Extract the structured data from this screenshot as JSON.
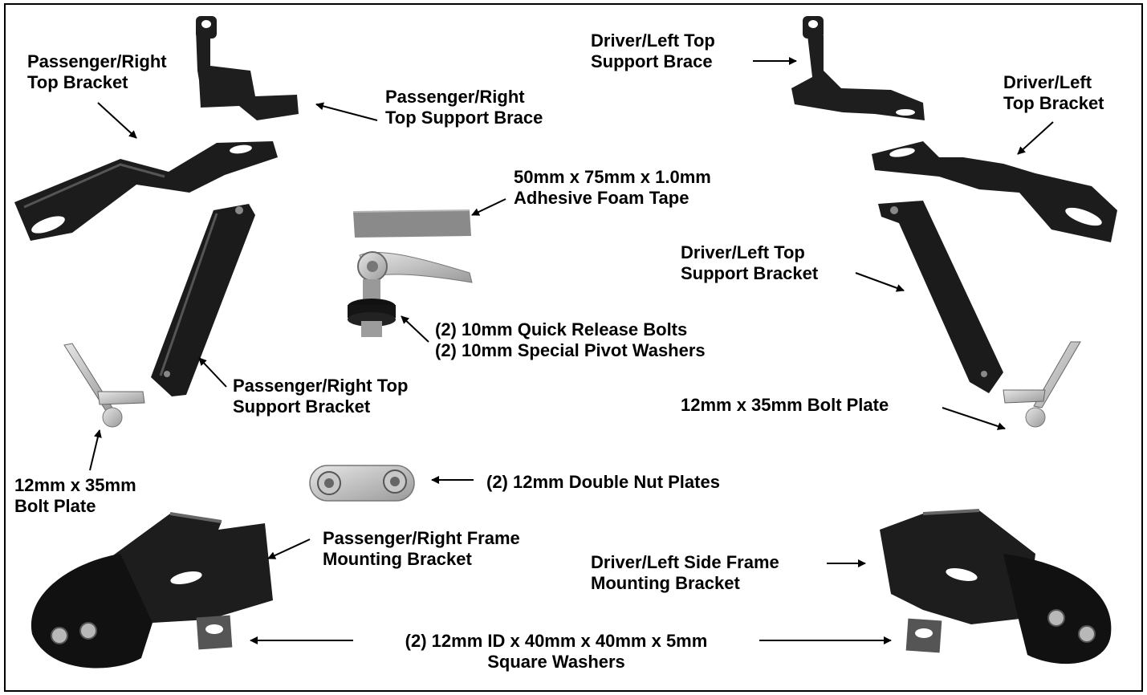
{
  "labels": {
    "passenger_top_bracket": [
      "Passenger/Right",
      "Top Bracket"
    ],
    "passenger_top_support_brace": [
      "Passenger/Right",
      "Top Support Brace"
    ],
    "driver_top_support_brace": [
      "Driver/Left Top",
      "Support Brace"
    ],
    "driver_top_bracket": [
      "Driver/Left",
      "Top Bracket"
    ],
    "adhesive_foam_tape": [
      "50mm x 75mm x 1.0mm",
      "Adhesive Foam Tape"
    ],
    "driver_top_support_bracket": [
      "Driver/Left Top",
      "Support Bracket"
    ],
    "quick_release_bolts": [
      "(2) 10mm Quick Release Bolts",
      "(2) 10mm Special Pivot Washers"
    ],
    "passenger_top_support_bracket": [
      "Passenger/Right Top",
      "Support Bracket"
    ],
    "right_bolt_plate": [
      "12mm x 35mm Bolt Plate"
    ],
    "left_bolt_plate": [
      "12mm x 35mm",
      "Bolt Plate"
    ],
    "double_nut_plates": [
      "(2) 12mm Double Nut Plates"
    ],
    "passenger_frame_mounting_bracket": [
      "Passenger/Right Frame",
      "Mounting Bracket"
    ],
    "driver_frame_mounting_bracket": [
      "Driver/Left Side Frame",
      "Mounting Bracket"
    ],
    "square_washers": [
      "(2) 12mm ID x 40mm x 40mm x 5mm",
      "Square Washers"
    ]
  },
  "colors": {
    "part_black": "#1a1a1a",
    "part_steel": "#b8b8b8",
    "foam_tape": "#8a8a8a"
  }
}
